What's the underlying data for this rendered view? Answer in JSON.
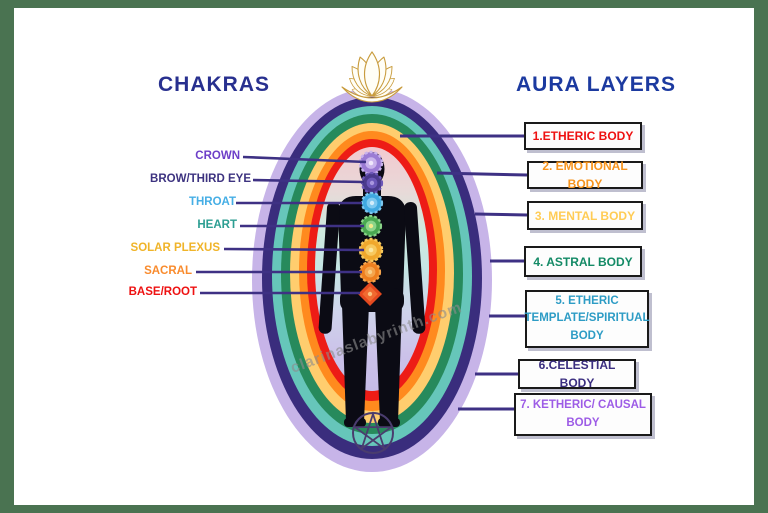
{
  "titles": {
    "chakras": "CHAKRAS",
    "aura_layers": "AURA LAYERS"
  },
  "chakras": [
    {
      "label": "CROWN",
      "color": "#6D3FC8"
    },
    {
      "label": "BROW/THIRD EYE",
      "color": "#3D3380"
    },
    {
      "label": "THROAT",
      "color": "#45AEE5"
    },
    {
      "label": "HEART",
      "color": "#2C9E92"
    },
    {
      "label": "SOLAR PLEXUS",
      "color": "#F0B429"
    },
    {
      "label": "SACRAL",
      "color": "#F98B2D"
    },
    {
      "label": "BASE/ROOT",
      "color": "#EE1111"
    }
  ],
  "aura_layers": [
    {
      "label": "1.ETHERIC BODY",
      "text_color": "#EE1111",
      "ring_color": "#ED1C16"
    },
    {
      "label": "2. EMOTIONAL BODY",
      "text_color": "#F7941D",
      "ring_color": "#FF8A1E"
    },
    {
      "label": "3. MENTAL BODY",
      "text_color": "#FFCC55",
      "ring_color": "#FFCD6E"
    },
    {
      "label": "4. ASTRAL BODY",
      "text_color": "#148A66",
      "ring_color": "#278A5C"
    },
    {
      "label": "5. ETHERIC\nTEMPLATE/SPIRITUAL\nBODY",
      "text_color": "#2D9CC5",
      "ring_color": "#66C6BA"
    },
    {
      "label": "6.CELESTIAL BODY",
      "text_color": "#3B2E80",
      "ring_color": "#3A2D7D"
    },
    {
      "label": "7. KETHERIC/ CAUSAL\nBODY",
      "text_color": "#9D5CE6",
      "ring_color": "#C7B4E8"
    }
  ],
  "watermark": "clarinaslabyrinth.com",
  "colors": {
    "frame": "#4A7351",
    "connector_line": "#3E3184",
    "title_chakras": "#28308F",
    "title_aura": "#1C3AA0",
    "box_background": "#FDFDFD",
    "box_border": "#1A1A1A"
  }
}
